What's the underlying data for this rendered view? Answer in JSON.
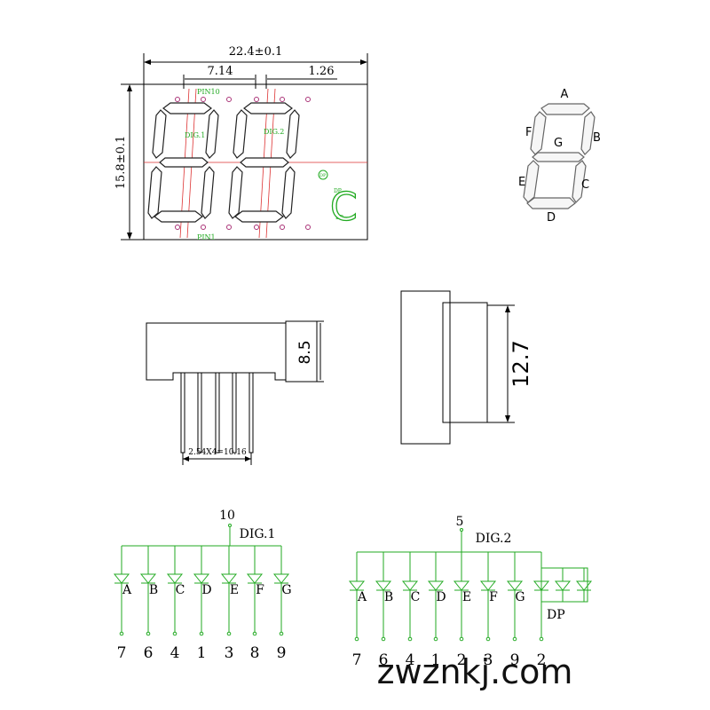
{
  "colors": {
    "outline": "#000000",
    "schematic": "#22aa22",
    "annotation_red": "#dd3333",
    "pad_magenta": "#aa3377",
    "watermark": "#111111"
  },
  "front_view": {
    "width_dim": "22.4±0.1",
    "pitch_dim": "7.14",
    "offset_dim": "1.26",
    "height_dim": "15.8±0.1",
    "pin10_label": "PIN10",
    "pin1_label": "PIN1",
    "dig1_label": "DIG.1",
    "dig2_label": "DIG.2",
    "dp_label_top": "DP",
    "dp_label_bottom": "DP",
    "unit_symbol": "C"
  },
  "segment_legend": {
    "labels": [
      "A",
      "B",
      "C",
      "D",
      "E",
      "F",
      "G"
    ]
  },
  "side_view": {
    "body_height_dim": "8.5",
    "pin_pitch_dim": "2.54X4=10.16"
  },
  "end_view": {
    "height_dim": "12.7"
  },
  "schematic_dig1": {
    "common_pin": "10",
    "title": "DIG.1",
    "segments": [
      "A",
      "B",
      "C",
      "D",
      "E",
      "F",
      "G"
    ],
    "pins": [
      "7",
      "6",
      "4",
      "1",
      "3",
      "8",
      "9"
    ]
  },
  "schematic_dig2": {
    "common_pin": "5",
    "title": "DIG.2",
    "segments": [
      "A",
      "B",
      "C",
      "D",
      "E",
      "F",
      "G"
    ],
    "dp_label": "DP",
    "pins": [
      "7",
      "6",
      "4",
      "1",
      "2",
      "3",
      "9",
      "2"
    ]
  },
  "watermark": "zwznkj.com"
}
